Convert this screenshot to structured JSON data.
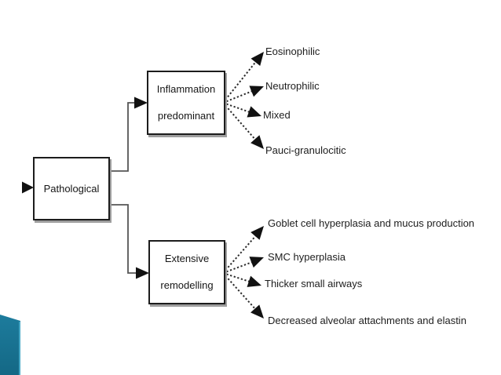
{
  "slide": {
    "background_color": "#ffffff",
    "accent": {
      "teal_corner_color": "#17708f",
      "teal_corner_highlight": "#44a6c5"
    }
  },
  "diagram": {
    "type": "tree",
    "line_color": "#555555",
    "arrow_color": "#111111",
    "root": {
      "label": "Pathological"
    },
    "branches": [
      {
        "label": "Inflammation predominant",
        "children": [
          "Eosinophilic",
          "Neutrophilic",
          "Mixed",
          "Pauci-granulocitic"
        ]
      },
      {
        "label": "Extensive remodelling",
        "children": [
          "Goblet cell hyperplasia and mucus production",
          "SMC hyperplasia",
          "Thicker small airways",
          "Decreased alveolar attachments and elastin"
        ]
      }
    ]
  }
}
